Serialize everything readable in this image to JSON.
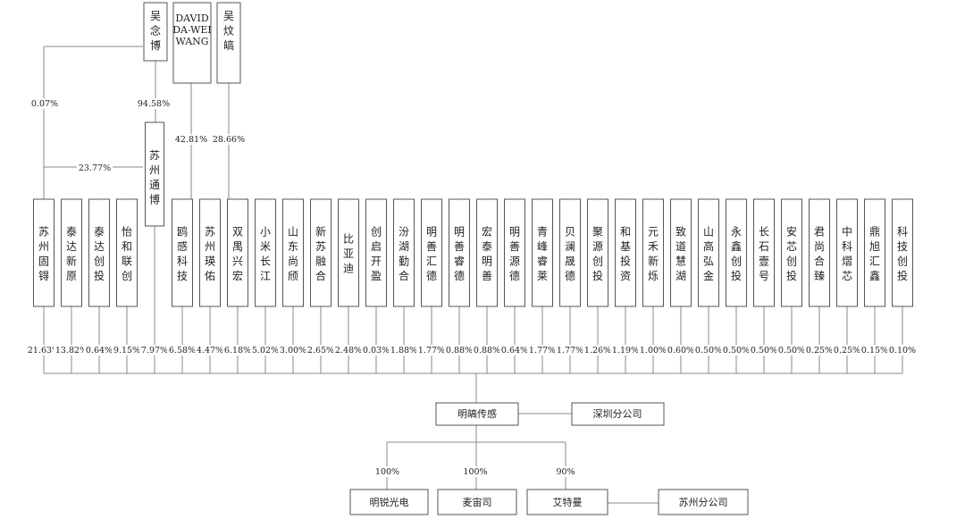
{
  "top_holders": [
    {
      "id": "wu_nianbo",
      "name": "吴念博"
    },
    {
      "id": "david",
      "name_lines": [
        "DAVID",
        "DA-WEI",
        "WANG"
      ]
    },
    {
      "id": "wu_xiaoyu",
      "name": "吴炆皜"
    }
  ],
  "intermediate": {
    "name": "苏州通博"
  },
  "edge_labels": {
    "wu_to_sgd": "0.07%",
    "wu_to_tongbo": "94.58%",
    "tongbo_to_sgd": "23.77%",
    "david_to_ou": "42.81%",
    "wux_to_yu": "28.66%"
  },
  "shareholders": [
    {
      "name": "苏州固锝",
      "pct": "21.63%"
    },
    {
      "name": "泰达新原",
      "pct": "13.82%"
    },
    {
      "name": "泰达创投",
      "pct": "0.64%"
    },
    {
      "name": "怡和联创",
      "pct": "9.15%"
    },
    {
      "name": "苏州通博",
      "pct": "7.97%"
    },
    {
      "name": "鸥感科技",
      "pct": "6.58%"
    },
    {
      "name": "苏州瑛佑",
      "pct": "4.47%"
    },
    {
      "name": "双禺兴宏",
      "pct": "6.18%"
    },
    {
      "name": "小米长江",
      "pct": "5.02%"
    },
    {
      "name": "山东尚颀",
      "pct": "3.00%"
    },
    {
      "name": "新苏融合",
      "pct": "2.65%"
    },
    {
      "name": "比亚迪",
      "pct": "2.48%"
    },
    {
      "name": "创启开盈",
      "pct": "0.03%"
    },
    {
      "name": "汾湖勤合",
      "pct": "1.88%"
    },
    {
      "name": "明善汇德",
      "pct": "1.77%"
    },
    {
      "name": "明善睿德",
      "pct": "0.88%"
    },
    {
      "name": "宏泰明善",
      "pct": "0.88%"
    },
    {
      "name": "明善源德",
      "pct": "0.64%"
    },
    {
      "name": "青峰睿莱",
      "pct": "1.77%"
    },
    {
      "name": "贝澜晟德",
      "pct": "1.77%"
    },
    {
      "name": "聚源创投",
      "pct": "1.26%"
    },
    {
      "name": "和基投资",
      "pct": "1.19%"
    },
    {
      "name": "元禾新烁",
      "pct": "1.00%"
    },
    {
      "name": "致道慧湖",
      "pct": "0.60%"
    },
    {
      "name": "山高弘金",
      "pct": "0.50%"
    },
    {
      "name": "永鑫创投",
      "pct": "0.50%"
    },
    {
      "name": "长石壹号",
      "pct": "0.50%"
    },
    {
      "name": "安芯创投",
      "pct": "0.50%"
    },
    {
      "name": "君尚合臻",
      "pct": "0.25%"
    },
    {
      "name": "中科熠芯",
      "pct": "0.25%"
    },
    {
      "name": "鼎旭汇鑫",
      "pct": "0.15%"
    },
    {
      "name": "科技创投",
      "pct": "0.10%"
    }
  ],
  "company": {
    "name": "明皜传感",
    "branch": "深圳分公司"
  },
  "subsidiaries": [
    {
      "name": "明锐光电",
      "pct": "100%"
    },
    {
      "name": "麦宙司",
      "pct": "100%"
    },
    {
      "name": "艾特曼",
      "pct": "90%",
      "branch": "苏州分公司"
    }
  ]
}
